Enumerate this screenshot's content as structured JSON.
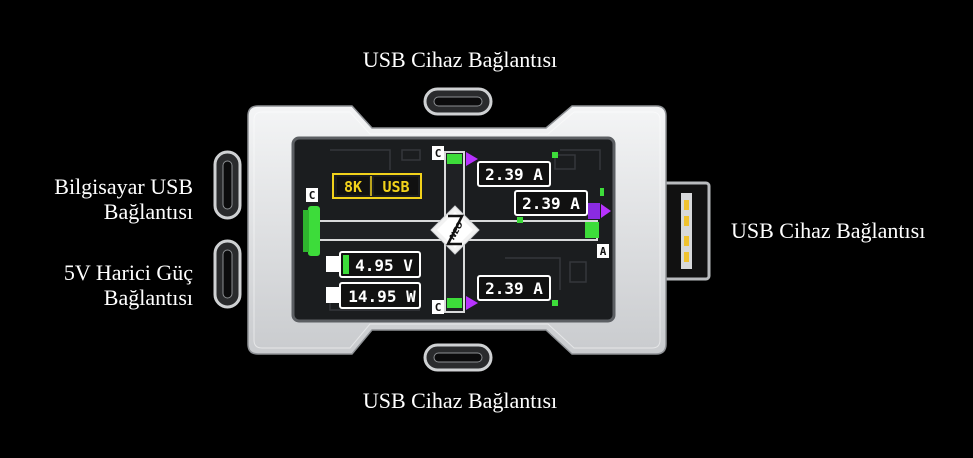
{
  "labels": {
    "top": "USB Cihaz Bağlantısı",
    "bottom": "USB Cihaz Bağlantısı",
    "right": "USB Cihaz Bağlantısı",
    "left_upper_line1": "Bilgisayar USB",
    "left_upper_line2": "Bağlantısı",
    "left_lower_line1": "5V Harici Güç",
    "left_lower_line2": "Bağlantısı"
  },
  "screen": {
    "badge_left": "8K",
    "badge_right": "USB",
    "voltage": "4.95 V",
    "power": "14.95 W",
    "current_top": "2.39 A",
    "current_right": "2.39 A",
    "current_bottom": "2.39 A",
    "port_c_top": "C",
    "port_c_left": "C",
    "port_c_bottom": "C",
    "port_a_right": "A",
    "logo": "NEO"
  },
  "colors": {
    "background": "#000000",
    "frame": "#e7e8ea",
    "screen": "#1b1d1f",
    "accent_green": "#3ddc3a",
    "accent_purple": "#b832ff",
    "accent_yellow": "#f2d21b"
  }
}
